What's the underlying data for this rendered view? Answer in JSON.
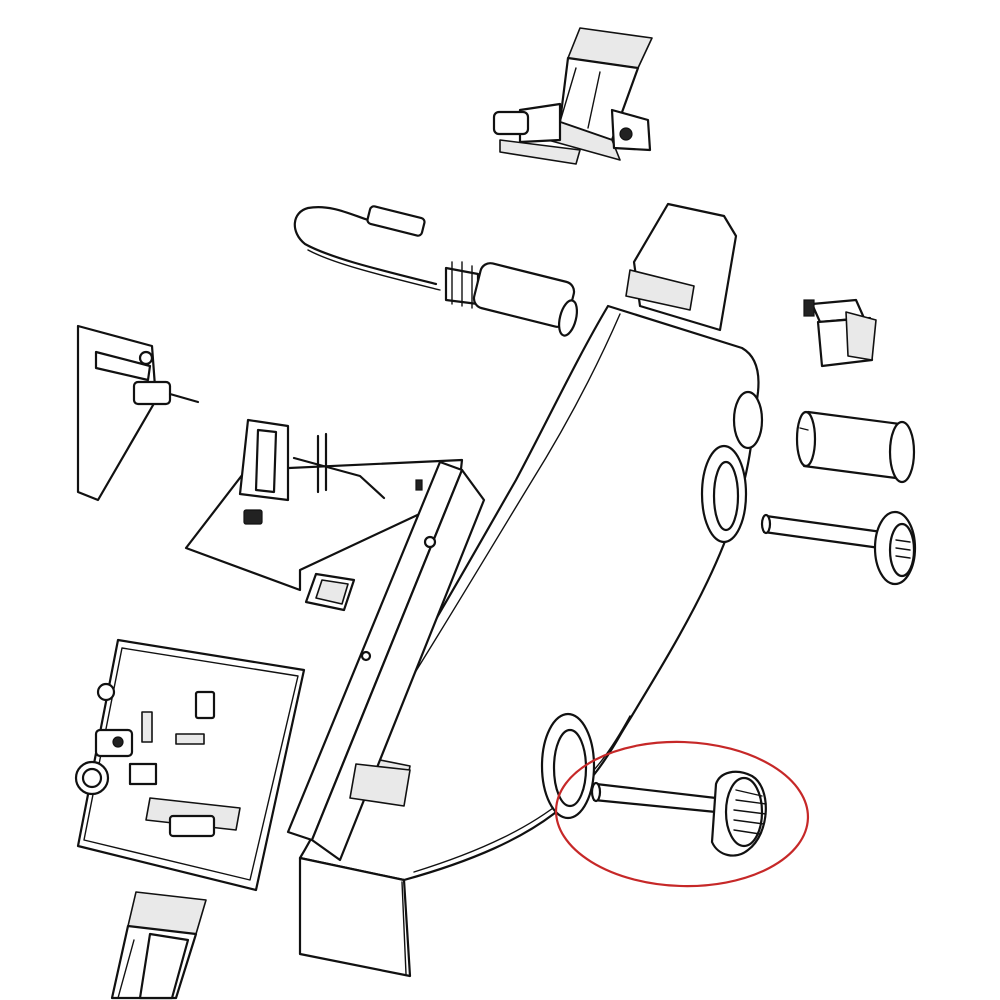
{
  "diagram": {
    "type": "exploded-parts-view",
    "callout": {
      "target": "knob-shaft-lower",
      "shape": "ellipse",
      "color": "#c62828"
    },
    "parts": [
      "upper-mount-bracket",
      "cable-sensor-assembly",
      "main-housing-cover",
      "switch-block",
      "capacitor-cylinder",
      "knob-shaft-upper",
      "knob-shaft-lower",
      "circuit-board-chassis",
      "lower-mount-bracket"
    ]
  }
}
